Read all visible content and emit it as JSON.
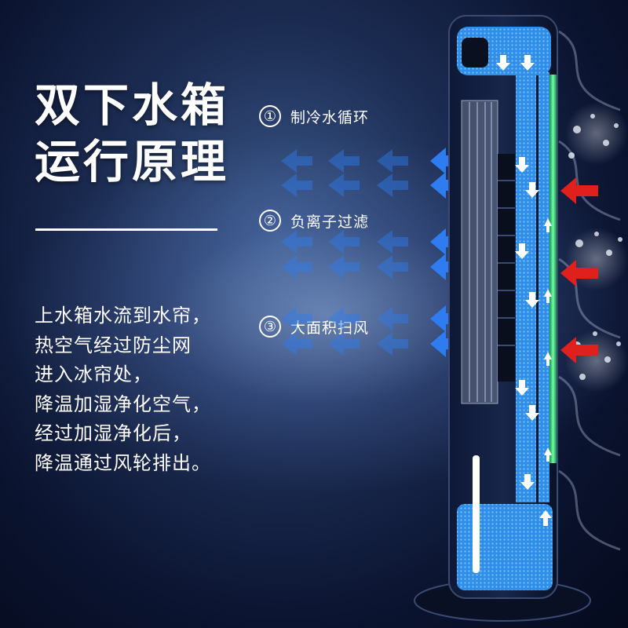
{
  "headline": {
    "line1": "双下水箱",
    "line2": "运行原理"
  },
  "features": [
    {
      "num": "①",
      "label": "制冷水循环"
    },
    {
      "num": "②",
      "label": "负离子过滤"
    },
    {
      "num": "③",
      "label": "大面积扫风"
    }
  ],
  "description": [
    "上水箱水流到水帘，",
    "热空气经过防尘网",
    "进入冰帘处，",
    "降温加湿净化空气，",
    "经过加湿净化后，",
    "降温通过风轮排出。"
  ],
  "colors": {
    "water_blue": "#2f8fe8",
    "arrow_blue": "#2d7df0",
    "arrow_red": "#e0201c",
    "filter_green": "#39e07a",
    "background_navy": "#0b1430"
  }
}
